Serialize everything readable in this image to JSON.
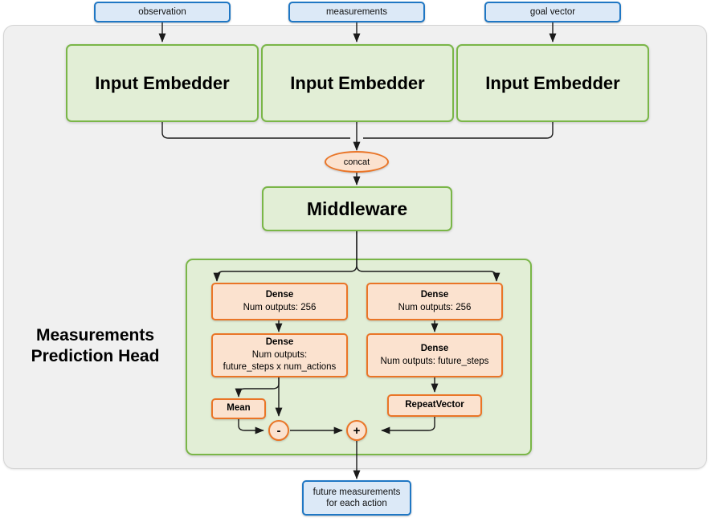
{
  "diagram": {
    "title": "Measurements Prediction Head",
    "colors": {
      "blue_border": "#1f77c4",
      "blue_fill": "#dce9f7",
      "green_border": "#7ab648",
      "green_fill": "#e2eed6",
      "orange_border": "#ea7527",
      "orange_fill": "#fbe2cf",
      "container_fill": "#f0f0f0",
      "edge": "#1a1a1a"
    }
  },
  "inputs": [
    {
      "label": "observation"
    },
    {
      "label": "measurements"
    },
    {
      "label": "goal vector"
    }
  ],
  "embedders": [
    {
      "label": "Input Embedder"
    },
    {
      "label": "Input Embedder"
    },
    {
      "label": "Input Embedder"
    }
  ],
  "concat": {
    "label": "concat"
  },
  "middleware": {
    "label": "Middleware"
  },
  "head": {
    "label": "Measurements\nPrediction Head",
    "label_line1": "Measurements",
    "label_line2": "Prediction Head",
    "left_branch": {
      "dense1": {
        "title": "Dense",
        "subtitle": "Num outputs: 256"
      },
      "dense2": {
        "title": "Dense",
        "subtitle_line1": "Num outputs:",
        "subtitle_line2": "future_steps x num_actions"
      },
      "mean": {
        "label": "Mean"
      },
      "operator": {
        "symbol": "-"
      }
    },
    "right_branch": {
      "dense1": {
        "title": "Dense",
        "subtitle": "Num outputs: 256"
      },
      "dense2": {
        "title": "Dense",
        "subtitle": "Num outputs: future_steps"
      },
      "repeat_vector": {
        "label": "RepeatVector"
      },
      "operator": {
        "symbol": "+"
      }
    }
  },
  "output": {
    "label_line1": "future measurements",
    "label_line2": "for each action"
  }
}
